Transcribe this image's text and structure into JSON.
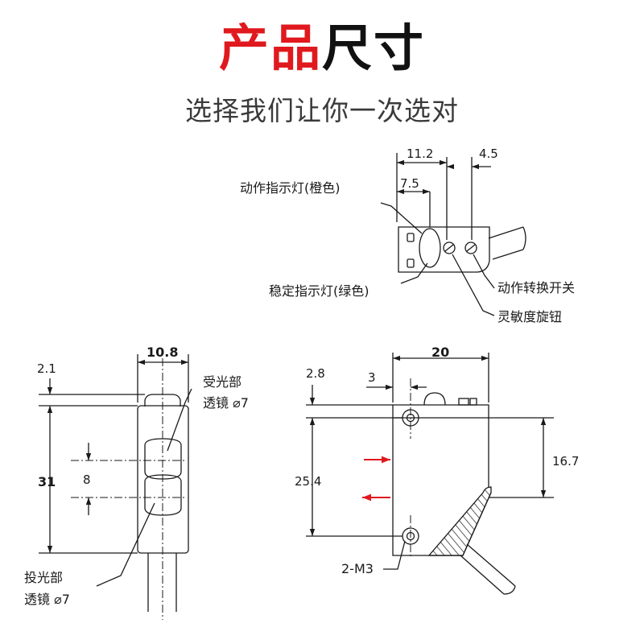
{
  "header": {
    "title_red": "产品",
    "title_black": "尺寸",
    "subtitle": "选择我们让你一次选对"
  },
  "top_view": {
    "dim_11_2": "11.2",
    "dim_4_5": "4.5",
    "dim_7_5": "7.5",
    "label_action_led": "动作指示灯(橙色)",
    "label_stable_led": "稳定指示灯(绿色)",
    "label_mode_switch": "动作转换开关",
    "label_sensitivity_knob": "灵敏度旋钮"
  },
  "front_view": {
    "dim_2_1": "2.1",
    "dim_10_8": "10.8",
    "dim_31": "31",
    "dim_8": "8",
    "label_receiver_line1": "受光部",
    "label_receiver_line2": "透镜 ⌀7",
    "label_emitter_line1": "投光部",
    "label_emitter_line2": "透镜 ⌀7"
  },
  "side_view": {
    "dim_20": "20",
    "dim_2_8": "2.8",
    "dim_3": "3",
    "dim_25_4": "25.4",
    "dim_16_7": "16.7",
    "label_mount_holes": "2-M3"
  },
  "colors": {
    "title_accent": "#e0191e",
    "arrow_red": "#e0191e",
    "line": "#1a1a1a"
  }
}
